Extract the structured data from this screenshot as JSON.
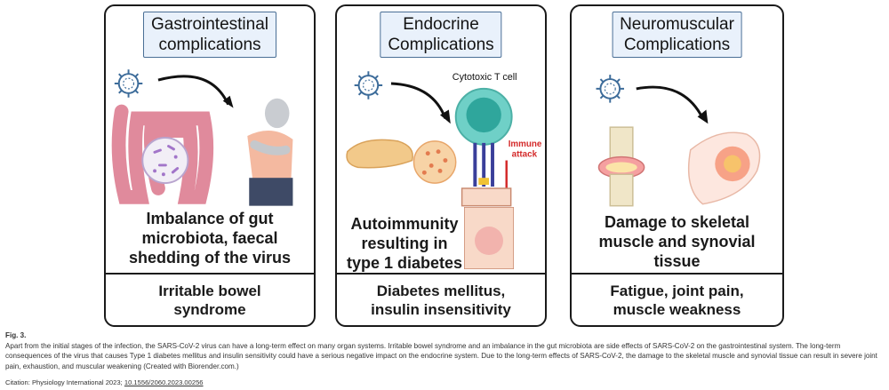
{
  "panels": [
    {
      "title_lines": [
        "Gastrointestinal",
        "complications"
      ],
      "description_lines": [
        "Imbalance of gut",
        "microbiota, faecal",
        "shedding of the virus"
      ],
      "outcome_lines": [
        "Irritable bowel",
        "syndrome"
      ]
    },
    {
      "title_lines": [
        "Endocrine",
        "Complications"
      ],
      "cell_label": "Cytotoxic T cell",
      "immune_label_lines": [
        "Immune",
        "attack"
      ],
      "description_lines": [
        "Autoimmunity",
        "resulting in",
        "type 1 diabetes"
      ],
      "outcome_lines": [
        "Diabetes mellitus,",
        "insulin insensitivity"
      ]
    },
    {
      "title_lines": [
        "Neuromuscular",
        "Complications"
      ],
      "description_lines": [
        "Damage to skeletal",
        "muscle and synovial",
        "tissue"
      ],
      "outcome_lines": [
        "Fatigue, joint pain,",
        "muscle weakness"
      ]
    }
  ],
  "caption": {
    "fig_label": "Fig. 3.",
    "text": "Apart from the initial stages of the infection, the SARS-CoV-2 virus can have a long-term effect on many organ systems. Irritable bowel syndrome and an imbalance in the gut microbiota are side effects of SARS-CoV-2 on the gastrointestinal system. The long-term consequences of the virus that causes Type 1 diabetes mellitus and insulin sensitivity could have a serious negative impact on the endocrine system. Due to the long-term effects of SARS-CoV-2, the damage to the skeletal muscle and synovial tissue can result in severe joint pain, exhaustion, and muscular weakening (Created with Biorender.com.)"
  },
  "citation": {
    "prefix": "Citation: Physiology International 2023;",
    "doi": "10.1556/2060.2023.00256"
  },
  "icons": {
    "virus": "virus-icon",
    "intestine": "intestine-icon",
    "person": "abdominal-pain-person-icon",
    "pancreas": "pancreas-icon",
    "t_cell": "t-cell-icon",
    "beta_cell": "beta-cell-icon",
    "joint": "knee-joint-icon"
  },
  "colors": {
    "title_box_fill": "#e9f1fb",
    "title_box_border": "#4a6f96",
    "virus": "#3d6c9a",
    "immune_attack": "#d42a2a",
    "t_cell": "#6fd0c7"
  }
}
